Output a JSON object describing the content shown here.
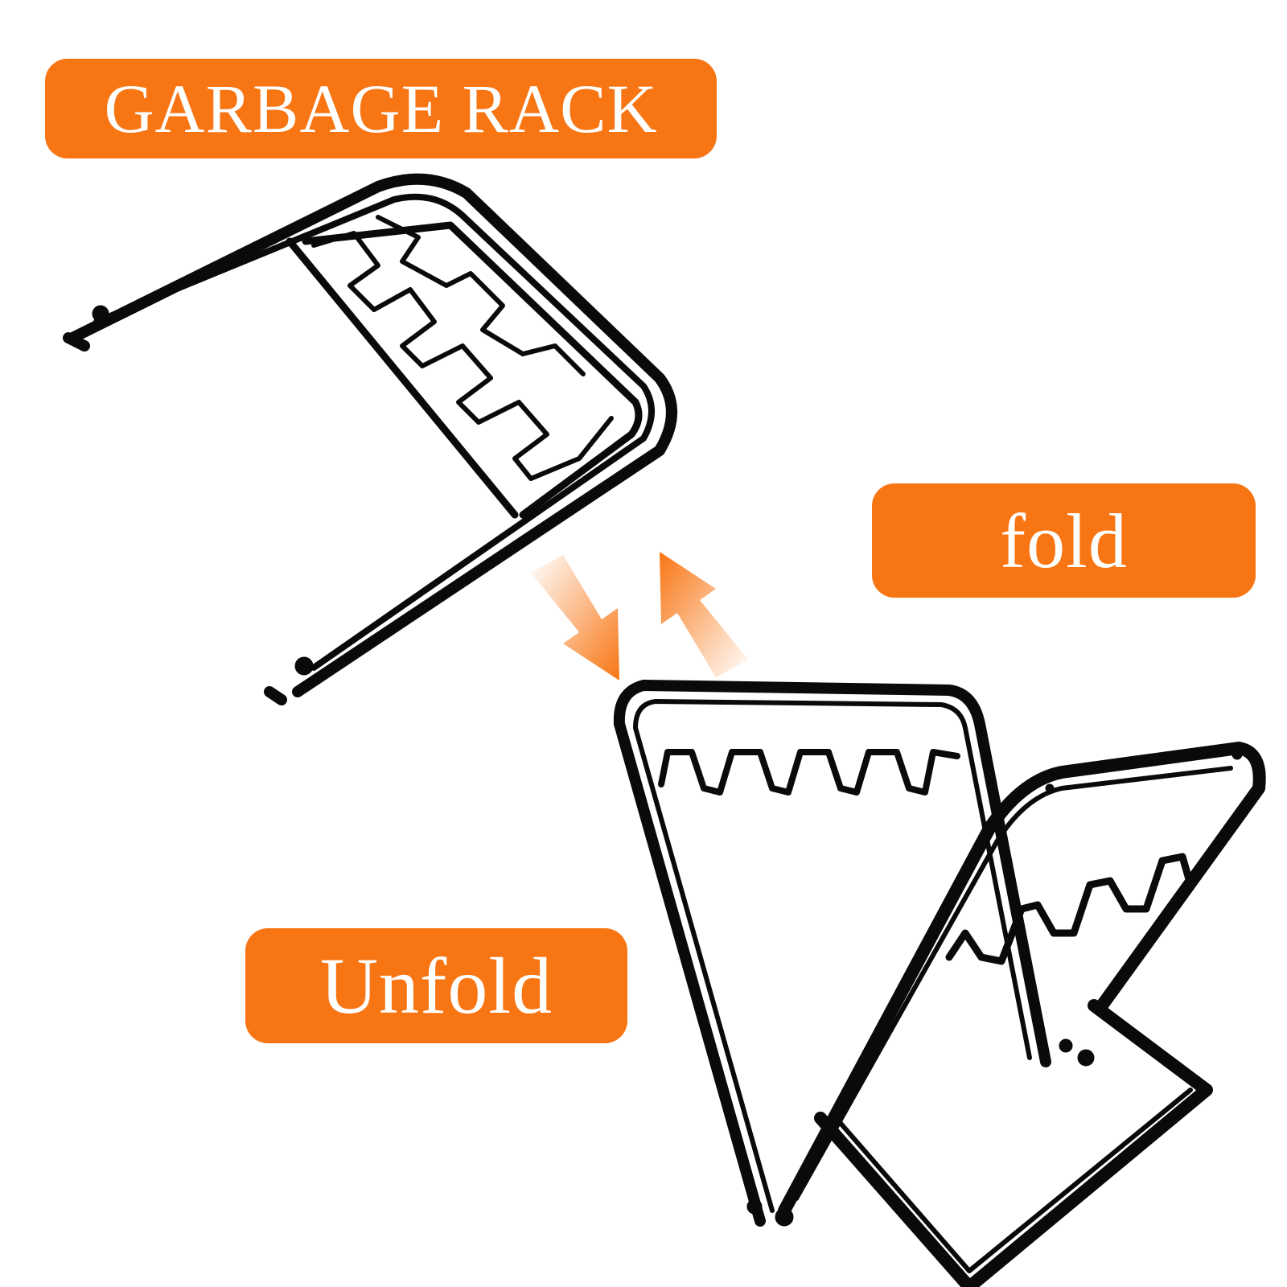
{
  "labels": {
    "title": "GARBAGE RACK",
    "fold": "fold",
    "unfold": "Unfold"
  },
  "colors": {
    "accent": "#f87513",
    "label_text": "#ffffff",
    "rack": "#0a0a0a"
  },
  "icons": [
    "folded-rack-illustration",
    "unfolded-rack-illustration",
    "arrow-down-right-icon",
    "arrow-up-left-icon"
  ]
}
